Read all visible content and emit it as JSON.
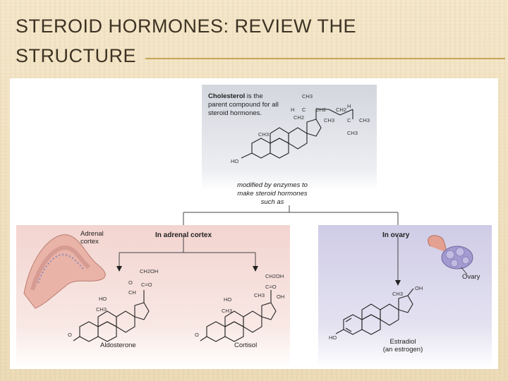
{
  "slide": {
    "title": "STEROID HORMONES: REVIEW THE\nSTRUCTURE"
  },
  "figure": {
    "cholesterol_box": {
      "bold_word": "Cholesterol",
      "caption_rest": " is the parent compound for all steroid hormones.",
      "group_labels": [
        "CH3",
        "H",
        "C",
        "CH2",
        "CH2",
        "CH3",
        "CH2",
        "H",
        "C",
        "CH3",
        "CH3",
        "CH3",
        "HO"
      ]
    },
    "modified_caption": "modified by enzymes to make steroid hormones such as",
    "adrenal_box": {
      "title": "In adrenal cortex",
      "organ_label": "Adrenal\ncortex",
      "aldosterone": {
        "name": "Aldosterone",
        "groups": [
          "CH2OH",
          "O",
          "C=O",
          "CH",
          "HO",
          "CH3",
          "O"
        ]
      },
      "cortisol": {
        "name": "Cortisol",
        "groups": [
          "CH2OH",
          "C=O",
          "OH",
          "HO",
          "CH3",
          "CH3",
          "O"
        ]
      }
    },
    "ovary_box": {
      "title": "In ovary",
      "organ_label": "Ovary",
      "estradiol": {
        "name": "Estradiol\n(an estrogen)",
        "groups": [
          "OH",
          "CH3",
          "HO"
        ]
      }
    }
  }
}
